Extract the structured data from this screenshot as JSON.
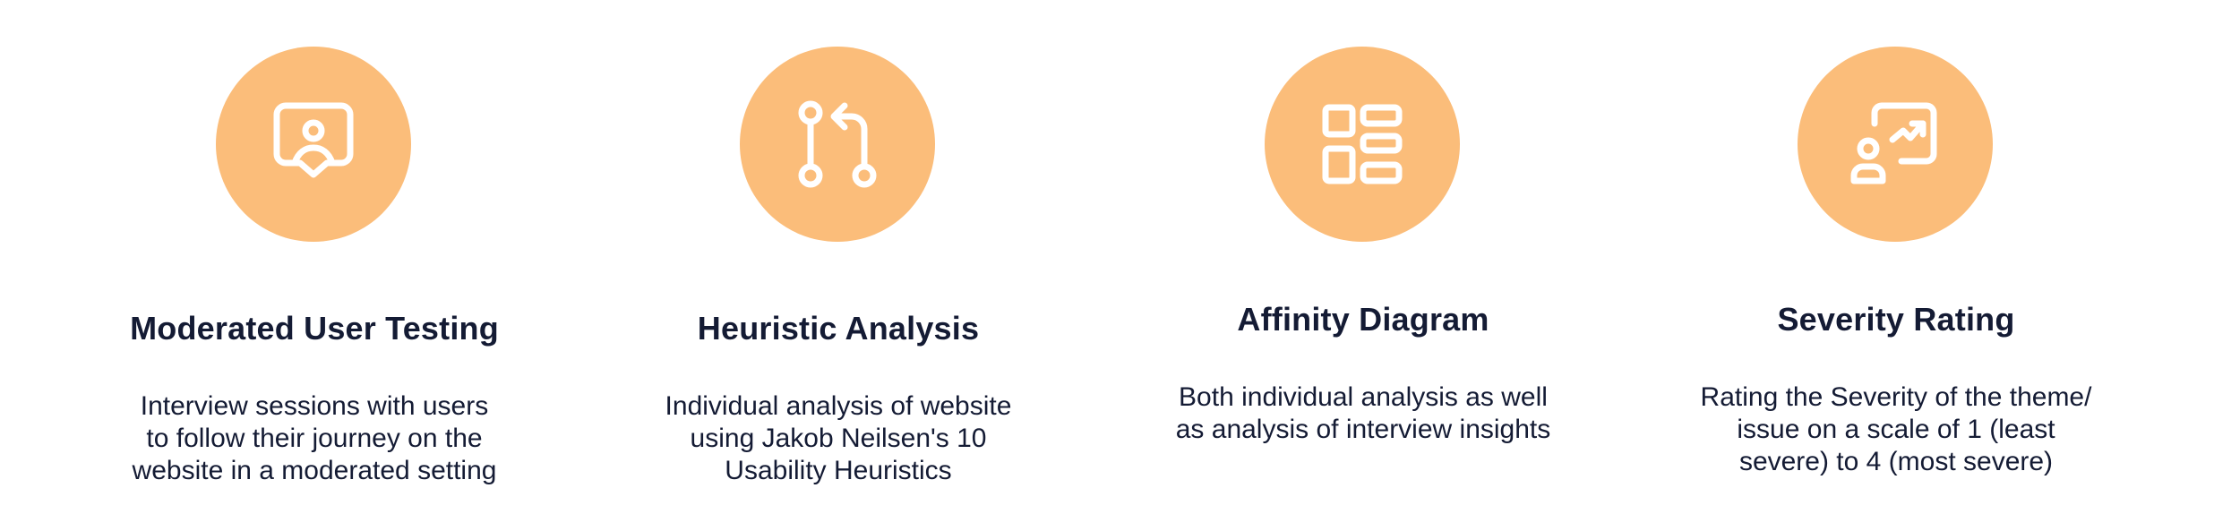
{
  "accent_color": "#fbbd7a",
  "cards": [
    {
      "icon": "user-chat-bubble-icon",
      "title": "Moderated User Testing",
      "description": "Interview sessions with users\nto follow their journey on the\nwebsite in a moderated setting"
    },
    {
      "icon": "git-pull-request-icon",
      "title": "Heuristic Analysis",
      "description": "Individual analysis of website\nusing Jakob Neilsen's 10\nUsability Heuristics"
    },
    {
      "icon": "dashboard-grid-icon",
      "title": "Affinity Diagram",
      "description": "Both individual analysis as well\nas analysis of interview insights"
    },
    {
      "icon": "presentation-chart-icon",
      "title": "Severity Rating",
      "description": "Rating the Severity of the theme/\nissue on a scale of 1 (least\nsevere) to 4 (most severe)"
    }
  ]
}
